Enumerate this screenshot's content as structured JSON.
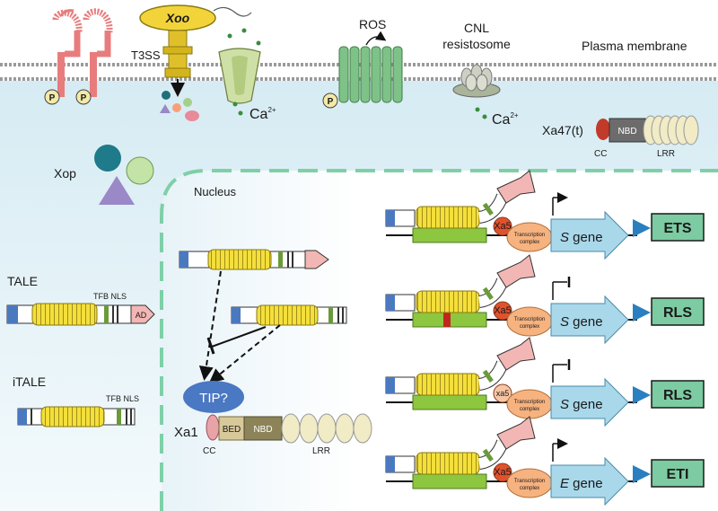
{
  "labels": {
    "xoo": "Xoo",
    "t3ss": "T3SS",
    "ca": "Ca",
    "ca_sup": "2+",
    "ros": "ROS",
    "cnl_line1": "CNL",
    "cnl_line2": "resistosome",
    "plasma_membrane": "Plasma membrane",
    "xa47": "Xa47(t)",
    "nbd": "NBD",
    "cc": "CC",
    "lrr": "LRR",
    "xop": "Xop",
    "nucleus": "Nucleus",
    "tale": "TALE",
    "itale": "iTALE",
    "tfb_nls": "TFB NLS",
    "ad": "AD",
    "tip": "TIP?",
    "xa1": "Xa1",
    "bed": "BED",
    "p": "P",
    "xa5_upper": "Xa5",
    "xa5_lower": "xa5",
    "transcription_line1": "Transcription",
    "transcription_line2": "complex",
    "gene_s": "S",
    "gene_e": "E",
    "gene_word": "gene"
  },
  "outcomes": [
    "ETS",
    "RLS",
    "RLS",
    "ETI"
  ],
  "colors": {
    "tale_repeat": "#f4df3c",
    "promoter_box": "#8dc63f",
    "gene_arrow": "#a9d8ea",
    "outcome_box": "#7ccba2",
    "xa5": "#e0522e",
    "transcription_complex": "#f6b27f",
    "tip": "#4a78c2",
    "nucleus_border": "#7fcfa7",
    "ca_dots": "#3a8c3f"
  }
}
